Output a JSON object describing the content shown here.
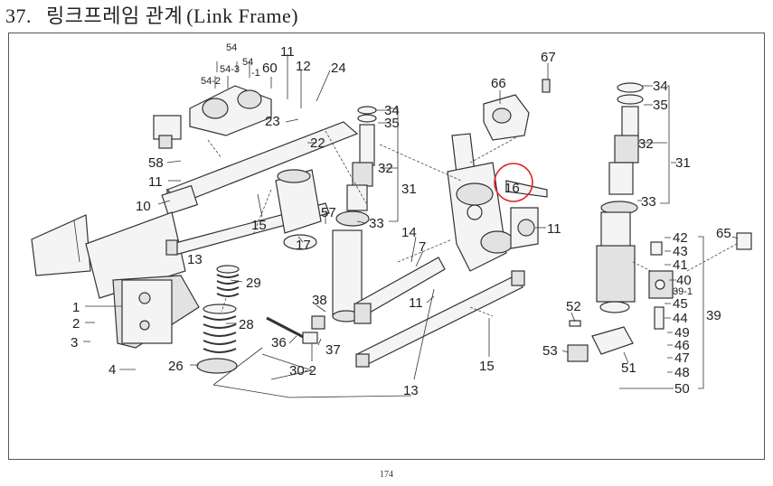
{
  "header": {
    "section_number": "37.",
    "title_korean": "링크프레임 관계",
    "title_english": "(Link Frame)"
  },
  "page_number": "174",
  "callouts": {
    "c54": "54",
    "c54_3": "54-3",
    "c54_1": "54",
    "c54_1b": "-1",
    "c54_2": "54-2",
    "c11a": "11",
    "c60": "60",
    "c12": "12",
    "c24": "24",
    "c23": "23",
    "c22": "22",
    "c58": "58",
    "c11b": "11",
    "c10": "10",
    "c15a": "15",
    "c17": "17",
    "c57": "57",
    "c13a": "13",
    "c29": "29",
    "c1": "1",
    "c2": "2",
    "c3": "3",
    "c28": "28",
    "c4": "4",
    "c26": "26",
    "c34a": "34",
    "c35a": "35",
    "c32a": "32",
    "c31a": "31",
    "c33a": "33",
    "c14": "14",
    "c7": "7",
    "c38": "38",
    "c36": "36",
    "c37": "37",
    "c30_2": "30-2",
    "c11c": "11",
    "c13b": "13",
    "c15b": "15",
    "c66": "66",
    "c67": "67",
    "c16": "16",
    "c11d": "11",
    "c34b": "34",
    "c35b": "35",
    "c32b": "32",
    "c31b": "31",
    "c33b": "33",
    "c65": "65",
    "c42": "42",
    "c43": "43",
    "c41": "41",
    "c40": "40",
    "c39_1": "39-1",
    "c45": "45",
    "c39": "39",
    "c44": "44",
    "c49": "49",
    "c46": "46",
    "c47": "47",
    "c48": "48",
    "c50": "50",
    "c52": "52",
    "c53": "53",
    "c51": "51"
  },
  "highlight_color": "#e02020"
}
